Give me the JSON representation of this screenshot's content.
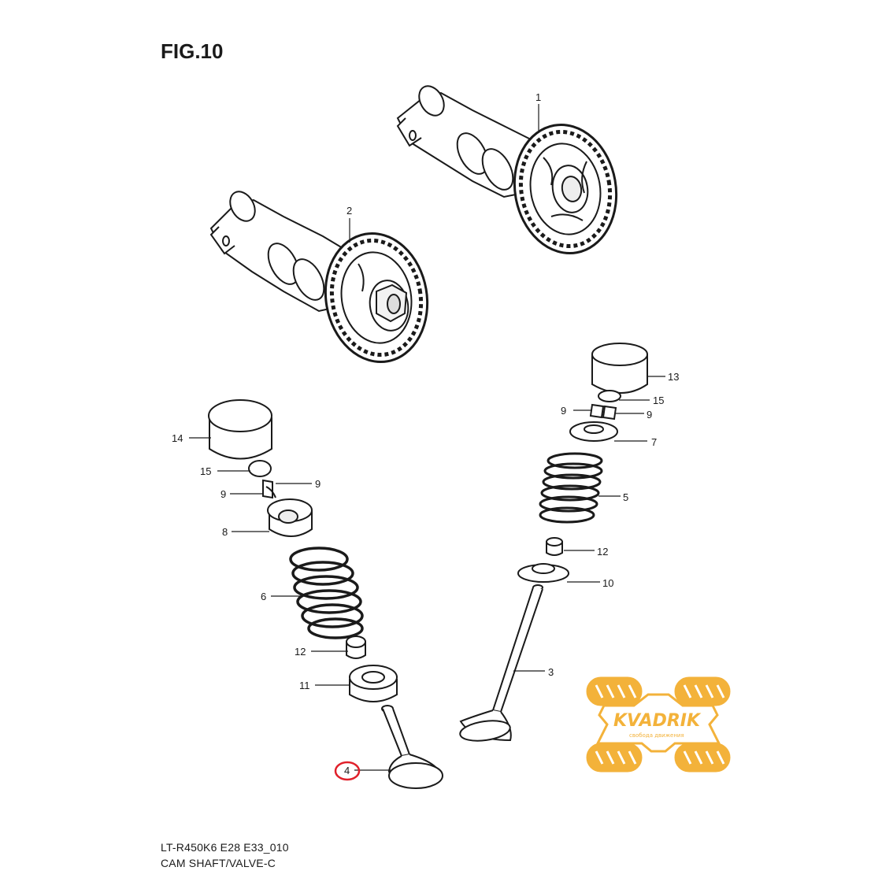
{
  "figure": {
    "title": "FIG.10",
    "model_code": "LT-R450K6 E28 E33_010",
    "section_name": "CAM SHAFT/VALVE-C"
  },
  "callouts": [
    {
      "id": "c1",
      "label": "1"
    },
    {
      "id": "c2",
      "label": "2"
    },
    {
      "id": "c13",
      "label": "13"
    },
    {
      "id": "c15r",
      "label": "15"
    },
    {
      "id": "c9rl",
      "label": "9"
    },
    {
      "id": "c9rr",
      "label": "9"
    },
    {
      "id": "c7",
      "label": "7"
    },
    {
      "id": "c5",
      "label": "5"
    },
    {
      "id": "c12r",
      "label": "12"
    },
    {
      "id": "c10",
      "label": "10"
    },
    {
      "id": "c3",
      "label": "3"
    },
    {
      "id": "c14",
      "label": "14"
    },
    {
      "id": "c15l",
      "label": "15"
    },
    {
      "id": "c9lr",
      "label": "9"
    },
    {
      "id": "c9ll",
      "label": "9"
    },
    {
      "id": "c8",
      "label": "8"
    },
    {
      "id": "c6",
      "label": "6"
    },
    {
      "id": "c12l",
      "label": "12"
    },
    {
      "id": "c11",
      "label": "11"
    },
    {
      "id": "c4",
      "label": "4"
    }
  ],
  "highlight": {
    "callout": "4",
    "color": "#e0202a"
  },
  "watermark": {
    "brand": "KVADRIK",
    "tagline": "свобода движения",
    "color": "#f3b23a"
  }
}
